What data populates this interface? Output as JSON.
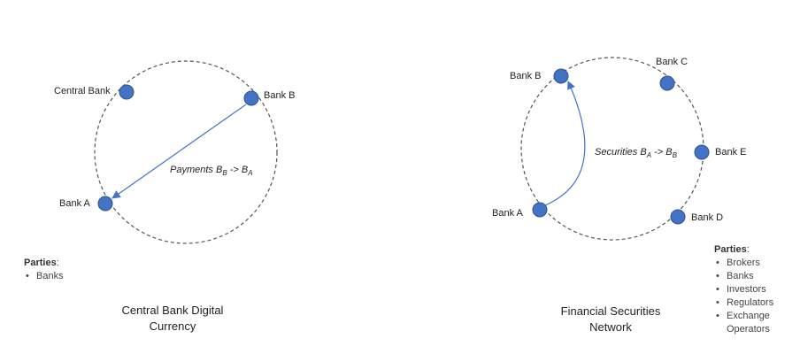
{
  "left_diagram": {
    "title": "Central Bank Digital Currency",
    "nodes": {
      "central_bank": "Central Bank",
      "bank_b": "Bank B",
      "bank_a": "Bank A"
    },
    "flow": {
      "text": "Payments B",
      "sub1": "B",
      "mid": " -> B",
      "sub2": "A"
    },
    "parties_title": "Parties",
    "parties_colon": ":",
    "parties": [
      "Banks"
    ]
  },
  "right_diagram": {
    "title": "Financial Securities Network",
    "nodes": {
      "bank_b": "Bank B",
      "bank_c": "Bank C",
      "bank_e": "Bank E",
      "bank_d": "Bank D",
      "bank_a": "Bank A"
    },
    "flow": {
      "text": "Securities B",
      "sub1": "A",
      "mid": " -> B",
      "sub2": "B"
    },
    "parties_title": "Parties",
    "parties_colon": ":",
    "parties": [
      "Brokers",
      "Banks",
      "Investors",
      "Regulators",
      "Exchange Operators"
    ]
  },
  "colors": {
    "node_fill": "#4472c4",
    "node_stroke": "#2f528f",
    "arrow": "#4472c4",
    "ring": "#555555"
  }
}
